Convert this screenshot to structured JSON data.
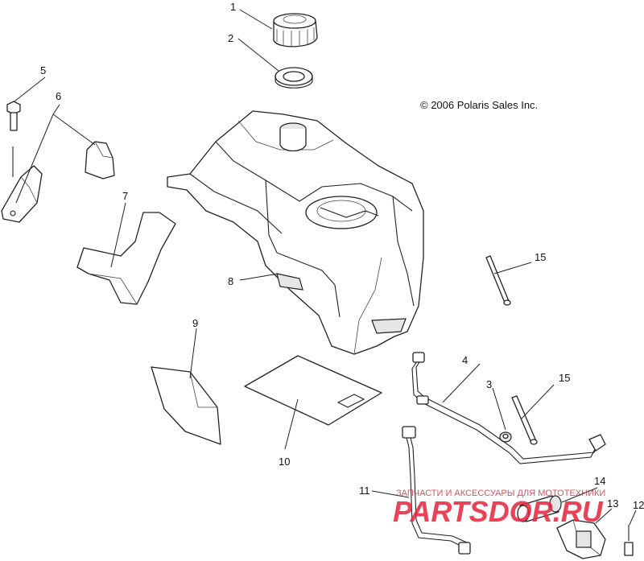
{
  "diagram": {
    "copyright": "© 2006 Polaris Sales Inc.",
    "callouts": [
      "1",
      "2",
      "3",
      "4",
      "5",
      "6",
      "7",
      "8",
      "9",
      "10",
      "11",
      "12",
      "13",
      "14",
      "15",
      "15"
    ],
    "watermark": {
      "caption": "ЗАПЧАСТИ И АКСЕССУАРЫ ДЛЯ МОТОТЕХНИКИ",
      "logo": "PARTSDOR.RU"
    }
  }
}
